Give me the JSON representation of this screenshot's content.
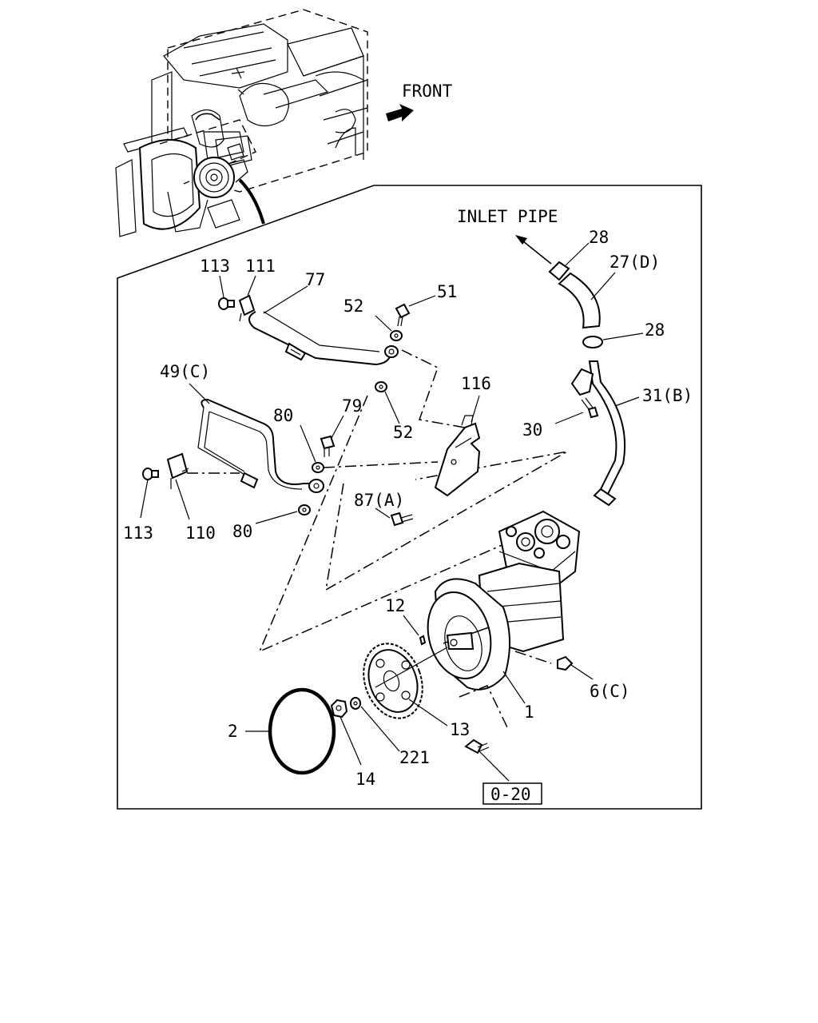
{
  "labels": {
    "front": "FRONT",
    "inlet_pipe": "INLET PIPE",
    "p113a": "113",
    "p111": "111",
    "p77": "77",
    "p52a": "52",
    "p51": "51",
    "p28a": "28",
    "p27d": "27(D)",
    "p28b": "28",
    "p49c": "49(C)",
    "p80a": "80",
    "p79": "79",
    "p52b": "52",
    "p116": "116",
    "p30": "30",
    "p31b": "31(B)",
    "p87a": "87(A)",
    "p113b": "113",
    "p110": "110",
    "p80b": "80",
    "p12": "12",
    "p6c": "6(C)",
    "p1": "1",
    "p2": "2",
    "p13": "13",
    "p221": "221",
    "p14": "14",
    "ref": "0-20"
  }
}
